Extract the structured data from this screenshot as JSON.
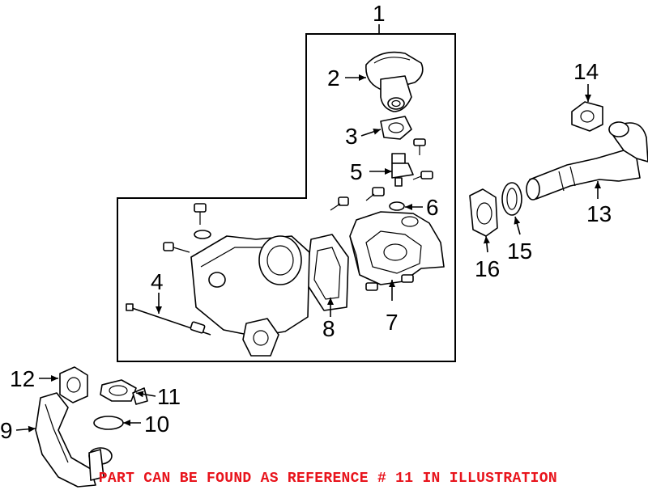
{
  "callouts": {
    "c1": "1",
    "c2": "2",
    "c3": "3",
    "c4": "4",
    "c5": "5",
    "c6": "6",
    "c7": "7",
    "c8": "8",
    "c9": "9",
    "c10": "10",
    "c11": "11",
    "c12": "12",
    "c13": "13",
    "c14": "14",
    "c15": "15",
    "c16": "16"
  },
  "footer": {
    "note": "PART CAN BE FOUND AS REFERENCE # 11 IN ILLUSTRATION",
    "note_color": "#e8141c"
  },
  "colors": {
    "line": "#000000",
    "background": "#ffffff"
  }
}
